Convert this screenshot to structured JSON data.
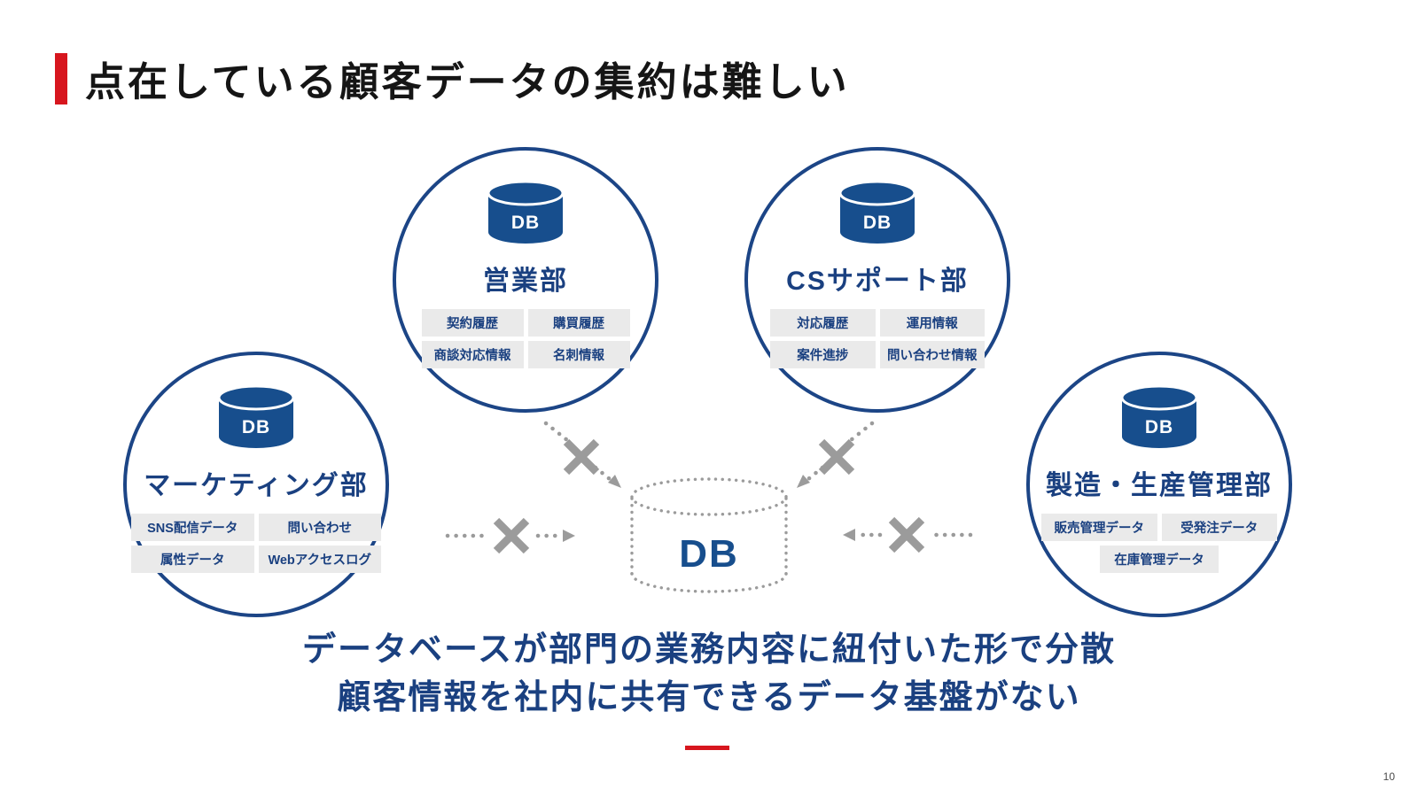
{
  "slide": {
    "title": "点在している顧客データの集約は難しい",
    "page_number": "10",
    "message": {
      "line1": "データベースが部門の業務内容に紐付いた形で分散",
      "line2": "顧客情報を社内に共有できるデータ基盤がない"
    }
  },
  "colors": {
    "navy": "#174e8d",
    "navy_text": "#1a4080",
    "circle_border": "#1c4586",
    "accent_red": "#d7161e",
    "arrow_gray": "#9b9b9b",
    "tag_bg": "#eaeaea"
  },
  "center_db": {
    "label": "DB"
  },
  "departments": [
    {
      "name": "営業部",
      "db_label": "DB",
      "tags": [
        "契約履歴",
        "購買履歴",
        "商談対応情報",
        "名刺情報"
      ]
    },
    {
      "name": "CSサポート部",
      "db_label": "DB",
      "tags": [
        "対応履歴",
        "運用情報",
        "案件進捗",
        "問い合わせ情報"
      ]
    },
    {
      "name": "マーケティング部",
      "db_label": "DB",
      "tags": [
        "SNS配信データ",
        "問い合わせ",
        "属性データ",
        "Webアクセスログ"
      ]
    },
    {
      "name": "製造・生産管理部",
      "db_label": "DB",
      "tags": [
        "販売管理データ",
        "受発注データ",
        "在庫管理データ"
      ]
    }
  ]
}
